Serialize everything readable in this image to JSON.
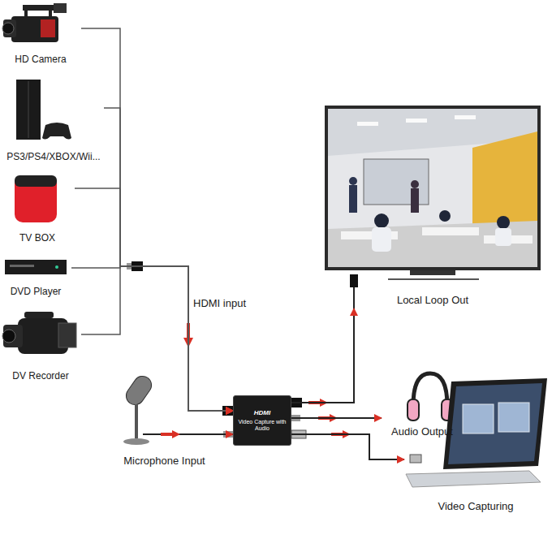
{
  "diagram": {
    "nodes": [
      {
        "text": [
          "HD Camera"
        ]
      },
      {
        "text": [
          "PS3/PS4/XBOX/Wii..."
        ]
      },
      {
        "text": [
          "TV BOX"
        ]
      },
      {
        "text": [
          "DVD Player"
        ]
      },
      {
        "text": [
          "DV Recorder"
        ]
      },
      {
        "text": [
          "Local Loop Out"
        ]
      },
      {
        "text": [
          "Microphone Input"
        ]
      },
      {
        "text": [
          "HDMI",
          "Video Capture with Audio"
        ]
      },
      {
        "text": [
          "Audio Output"
        ]
      },
      {
        "text": [
          "Video Capturing"
        ]
      }
    ],
    "edges": [
      {
        "from": 0,
        "to": 7,
        "arrow": "to"
      },
      {
        "from": 1,
        "to": 7,
        "arrow": "to"
      },
      {
        "from": 2,
        "to": 7,
        "arrow": "to"
      },
      {
        "from": 3,
        "to": 7,
        "arrow": "to"
      },
      {
        "from": 4,
        "to": 7,
        "arrow": "to"
      },
      {
        "from": 6,
        "to": 7,
        "arrow": "to"
      },
      {
        "from": 7,
        "to": 5,
        "arrow": "to"
      },
      {
        "from": 7,
        "to": 8,
        "arrow": "to"
      },
      {
        "from": 7,
        "to": 9,
        "arrow": "to"
      }
    ],
    "labels": [
      "HDMI input"
    ]
  }
}
